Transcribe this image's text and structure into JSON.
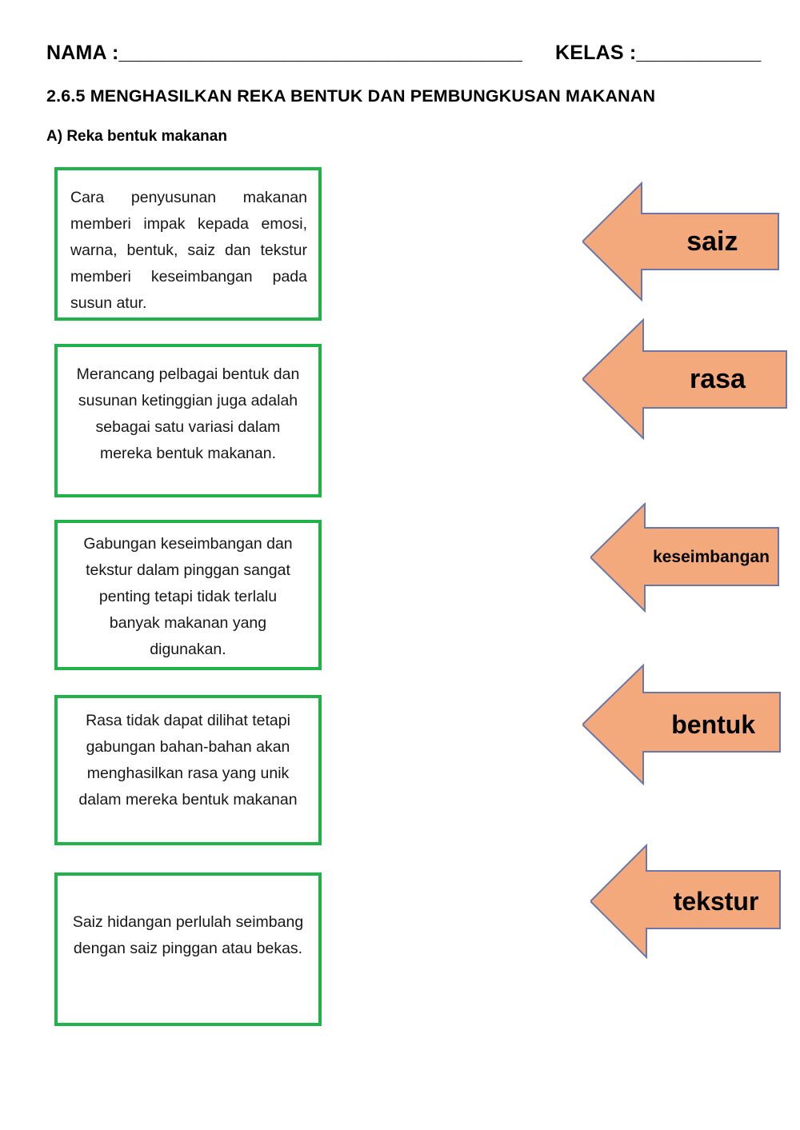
{
  "header": {
    "name_label": "NAMA :",
    "name_rule": "_______________________________________",
    "class_label": "KELAS :",
    "class_rule": "____________",
    "title": "2.6.5 MENGHASILKAN REKA BENTUK DAN PEMBUNGKUSAN MAKANAN",
    "section": "A) Reka bentuk makanan"
  },
  "colors": {
    "box_border": "#22b24c",
    "arrow_fill": "#f4a97c",
    "arrow_stroke": "#6a77a8",
    "text": "#171717"
  },
  "statement_boxes": [
    {
      "id": "box-1",
      "align": "justify",
      "text": "Cara penyusunan makanan memberi impak kepada emosi, warna, bentuk, saiz dan tekstur memberi keseimbangan pada susun atur."
    },
    {
      "id": "box-2",
      "align": "center",
      "text": "Merancang pelbagai bentuk dan susunan ketinggian juga adalah sebagai satu variasi dalam mereka bentuk makanan."
    },
    {
      "id": "box-3",
      "align": "center",
      "text": "Gabungan keseimbangan dan tekstur dalam pinggan sangat penting tetapi tidak terlalu banyak makanan yang digunakan."
    },
    {
      "id": "box-4",
      "align": "center",
      "text": "Rasa tidak dapat dilihat tetapi gabungan bahan-bahan akan menghasilkan rasa yang unik dalam mereka bentuk makanan"
    },
    {
      "id": "box-5",
      "align": "center",
      "text": "Saiz hidangan perlulah seimbang dengan saiz pinggan atau bekas."
    }
  ],
  "arrow_labels": [
    {
      "id": "arrow-saiz",
      "label": "saiz"
    },
    {
      "id": "arrow-rasa",
      "label": "rasa"
    },
    {
      "id": "arrow-keseimbangan",
      "label": "keseimbangan"
    },
    {
      "id": "arrow-bentuk",
      "label": "bentuk"
    },
    {
      "id": "arrow-tekstur",
      "label": "tekstur"
    }
  ]
}
